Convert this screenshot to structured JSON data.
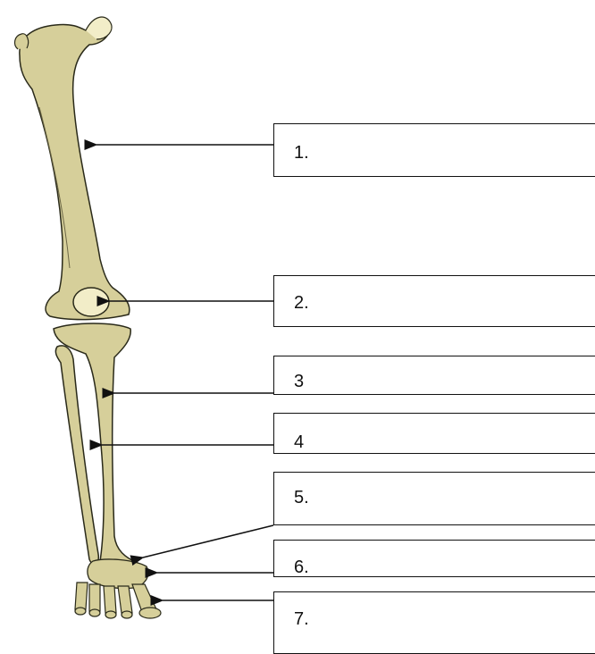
{
  "colors": {
    "bone_fill": "#d6cf9a",
    "bone_outline": "#2a2a1a",
    "cartilage": "#f2edc8",
    "arrow": "#111111"
  },
  "labels": [
    {
      "number": "1."
    },
    {
      "number": "2."
    },
    {
      "number": "3"
    },
    {
      "number": "4"
    },
    {
      "number": "5."
    },
    {
      "number": "6."
    },
    {
      "number": "7."
    }
  ]
}
